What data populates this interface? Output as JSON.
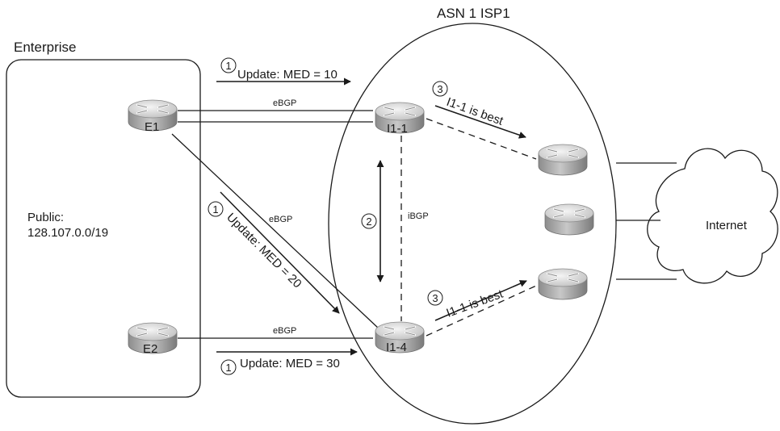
{
  "labels": {
    "asn": "ASN 1 ISP1",
    "enterprise": "Enterprise",
    "public_line1": "Public:",
    "public_line2": "128.107.0.0/19",
    "internet": "Internet"
  },
  "routers": {
    "e1": "E1",
    "e2": "E2",
    "i11": "I1-1",
    "i14": "I1-4"
  },
  "links": {
    "ebgp_top": "eBGP",
    "ebgp_mid": "eBGP",
    "ebgp_bottom": "eBGP",
    "ibgp": "iBGP"
  },
  "updates": {
    "top": {
      "step": "1",
      "text": "Update: MED = 10"
    },
    "diag": {
      "step": "1",
      "text": "Update: MED = 20"
    },
    "bottom": {
      "step": "1",
      "text": "Update: MED = 30"
    }
  },
  "steps": {
    "ibgp_step": "2",
    "best_top": {
      "step": "3",
      "text": "I1-1 is best"
    },
    "best_bottom": {
      "step": "3",
      "text": "I1-1 is best"
    }
  },
  "colors": {
    "line": "#1a1a1a",
    "router_top": "#e4e4e4",
    "router_side": "#9a9a9a"
  }
}
